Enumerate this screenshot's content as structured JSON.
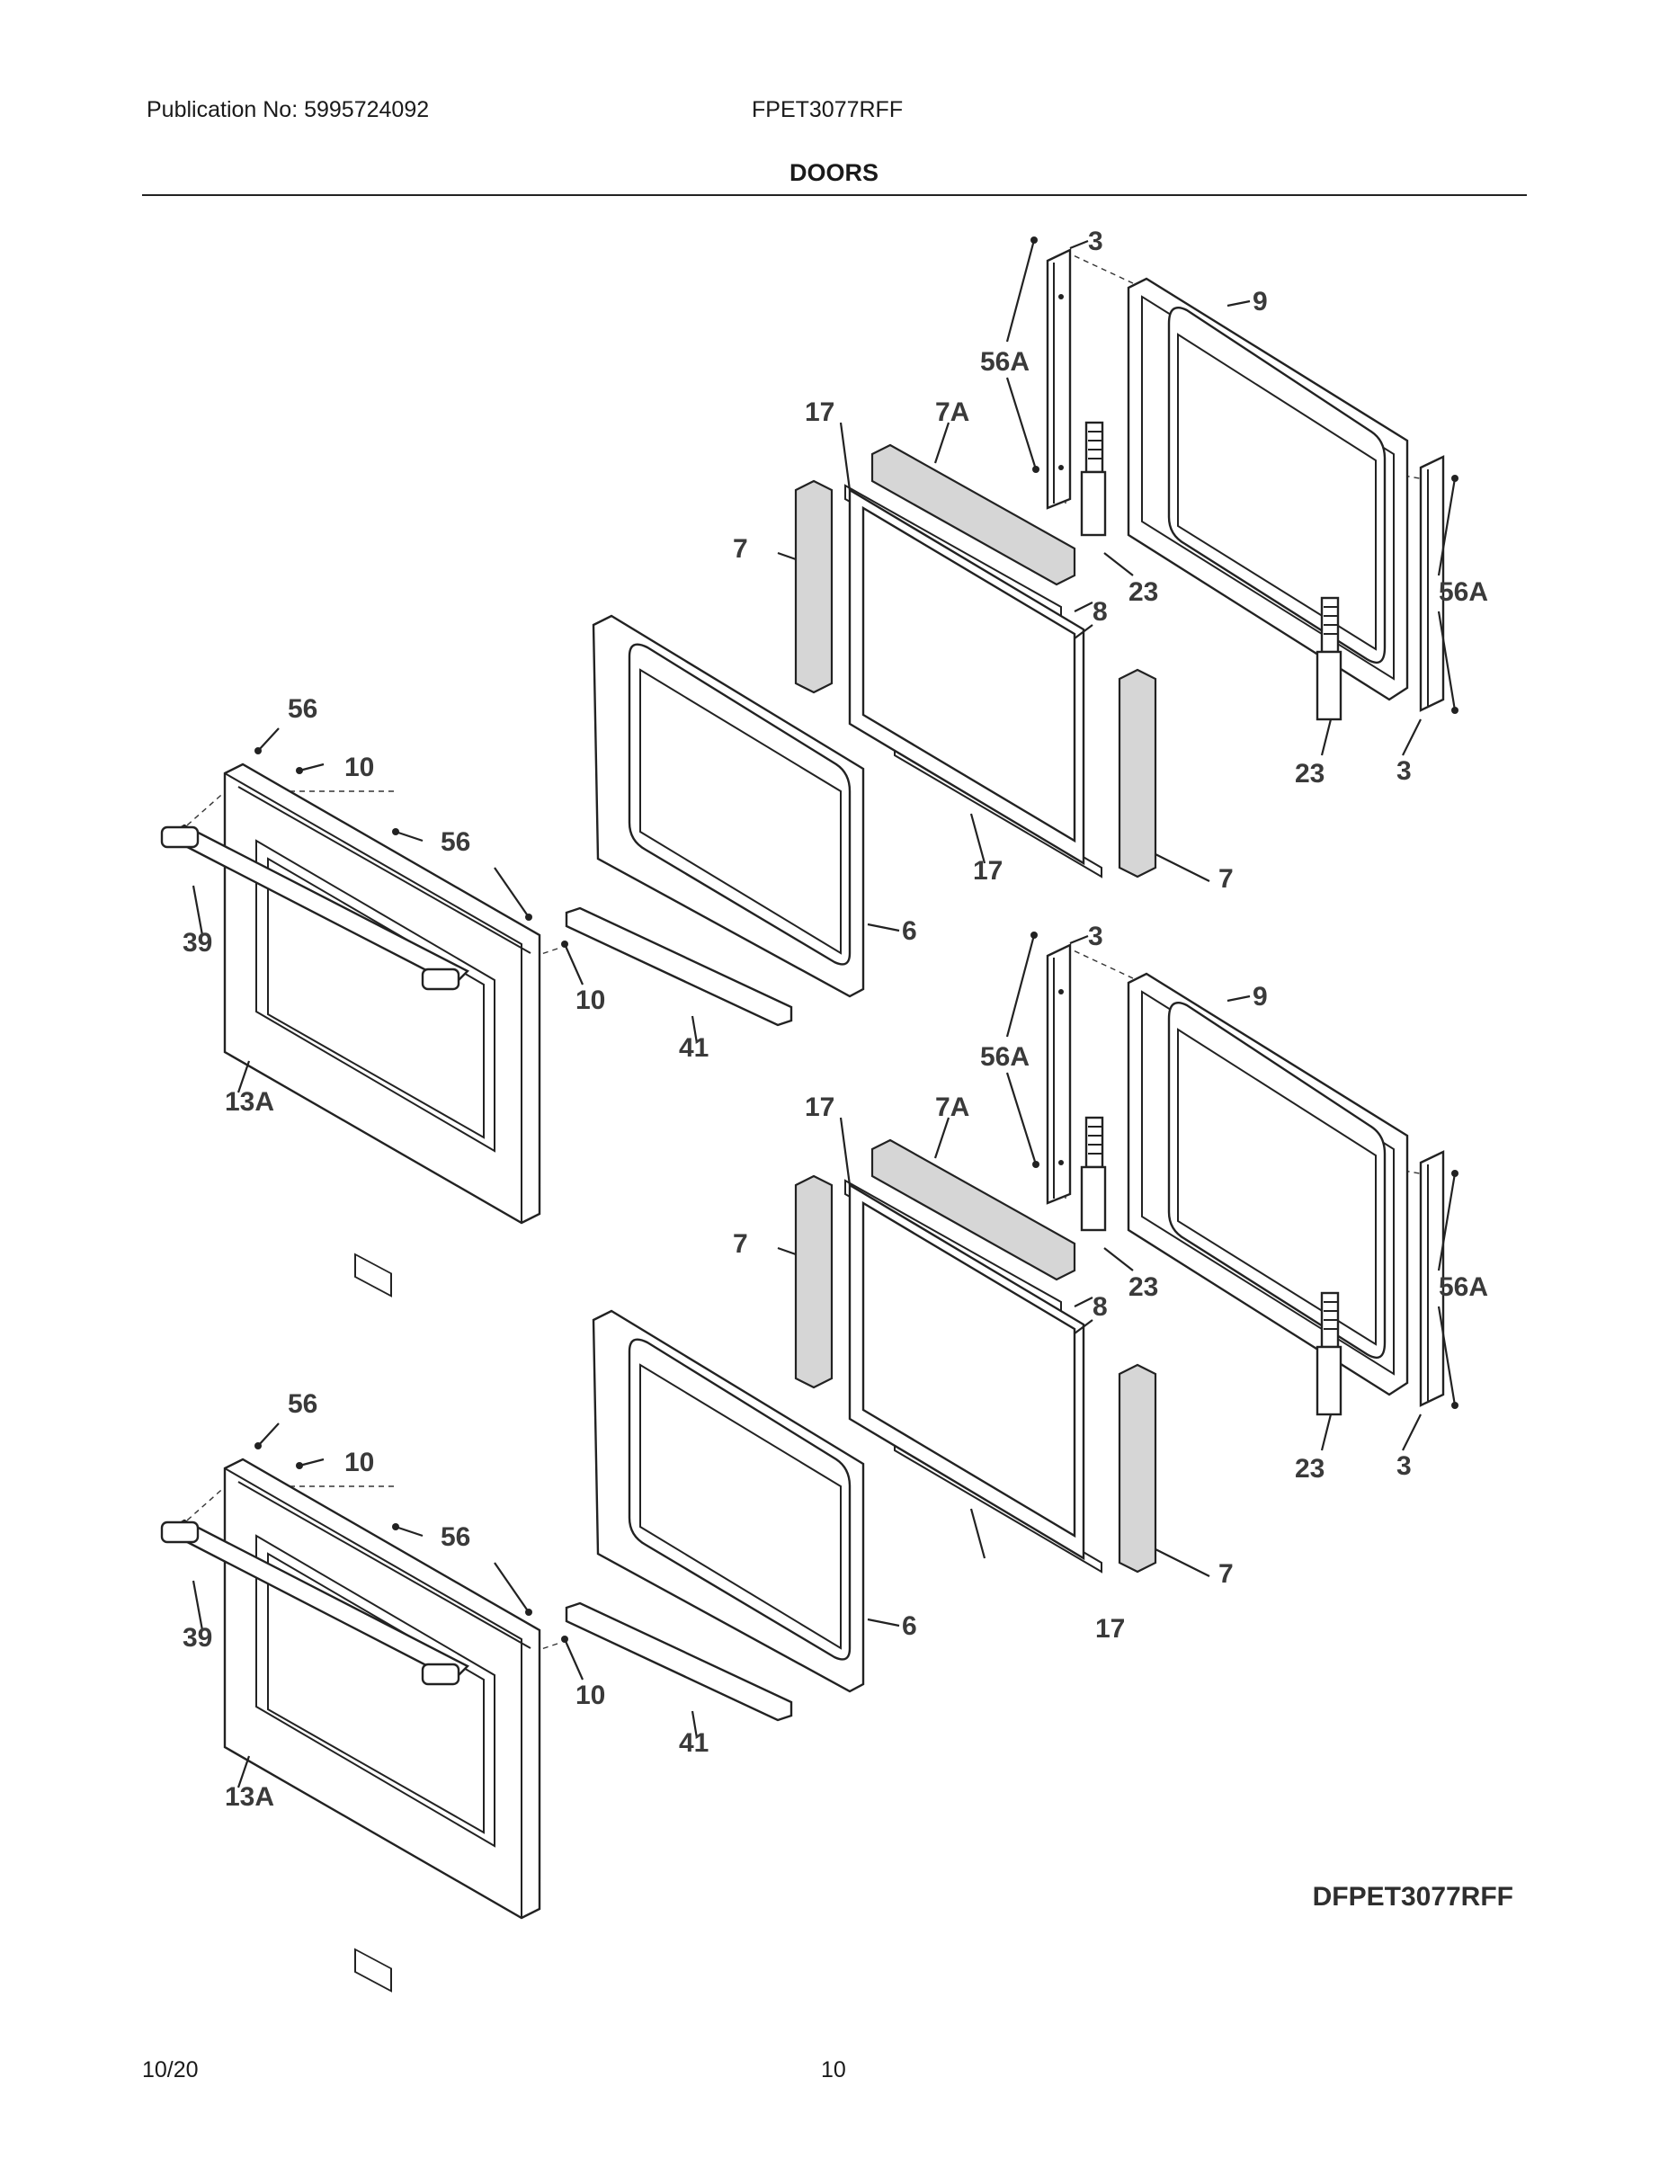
{
  "header": {
    "publication": "Publication No: 5995724092",
    "model": "FPET3077RFF",
    "title": "DOORS"
  },
  "diagram": {
    "code": "DFPET3077RFF",
    "parts": {
      "p3": "3",
      "p6": "6",
      "p7": "7",
      "p7a": "7A",
      "p8": "8",
      "p9": "9",
      "p10": "10",
      "p13a": "13A",
      "p17": "17",
      "p23": "23",
      "p39": "39",
      "p41": "41",
      "p56": "56",
      "p56a": "56A"
    }
  },
  "footer": {
    "date": "10/20",
    "page": "10"
  }
}
